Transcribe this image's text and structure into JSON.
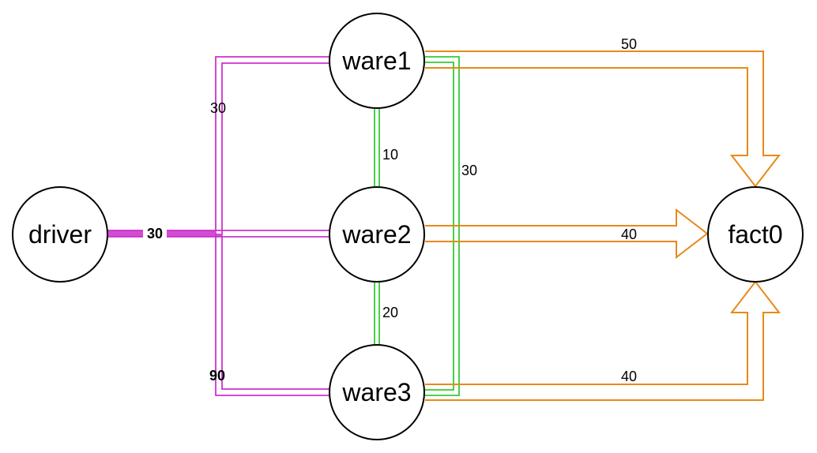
{
  "colors": {
    "magenta": "#cc33cc",
    "green": "#33cc33",
    "orange": "#e68a1a",
    "node_stroke": "#000000",
    "node_fill": "#ffffff"
  },
  "nodes": {
    "driver": "driver",
    "ware1": "ware1",
    "ware2": "ware2",
    "ware3": "ware3",
    "fact0": "fact0"
  },
  "edges": {
    "driver_ware1": "30",
    "driver_ware2": "30",
    "driver_ware3": "90",
    "ware1_ware2": "10",
    "ware2_ware3": "20",
    "ware1_ware3": "30",
    "ware1_fact0": "50",
    "ware2_fact0": "40",
    "ware3_fact0": "40"
  }
}
